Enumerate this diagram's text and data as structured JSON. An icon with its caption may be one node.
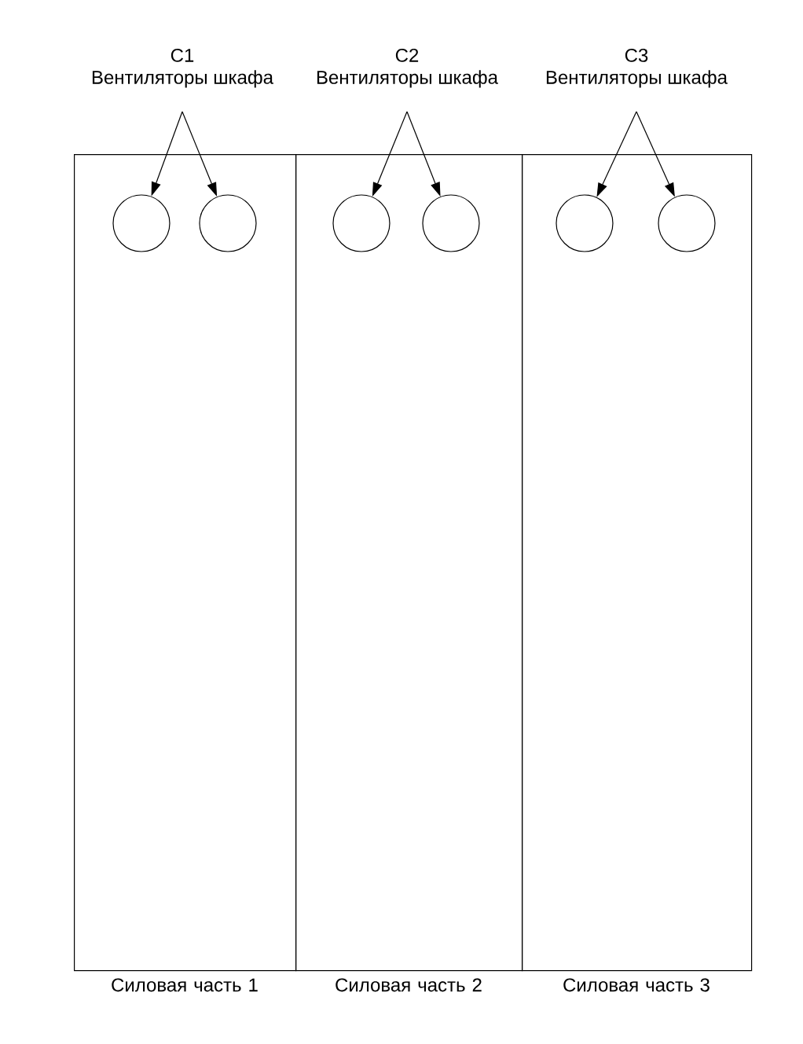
{
  "diagram": {
    "nodes": [
      {
        "text": [
          "C1",
          "Вентиляторы шкафа"
        ]
      },
      {
        "text": [
          "C2",
          "Вентиляторы шкафа"
        ]
      },
      {
        "text": [
          "C3",
          "Вентиляторы шкафа"
        ]
      },
      {
        "text": [
          "Силовая часть 1"
        ]
      },
      {
        "text": [],
        "shape": "circle",
        "in": 3
      },
      {
        "text": [],
        "shape": "circle",
        "in": 3
      },
      {
        "text": [
          "Силовая часть 2"
        ]
      },
      {
        "text": [],
        "shape": "circle",
        "in": 6
      },
      {
        "text": [],
        "shape": "circle",
        "in": 6
      },
      {
        "text": [
          "Силовая часть 3"
        ]
      },
      {
        "text": [],
        "shape": "circle",
        "in": 9
      },
      {
        "text": [],
        "shape": "circle",
        "in": 9
      }
    ],
    "edges": [
      {
        "from": 0,
        "to": 4,
        "arrow": "to"
      },
      {
        "from": 0,
        "to": 5,
        "arrow": "to"
      },
      {
        "from": 1,
        "to": 7,
        "arrow": "to"
      },
      {
        "from": 1,
        "to": 8,
        "arrow": "to"
      },
      {
        "from": 2,
        "to": 10,
        "arrow": "to"
      },
      {
        "from": 2,
        "to": 11,
        "arrow": "to"
      }
    ]
  }
}
